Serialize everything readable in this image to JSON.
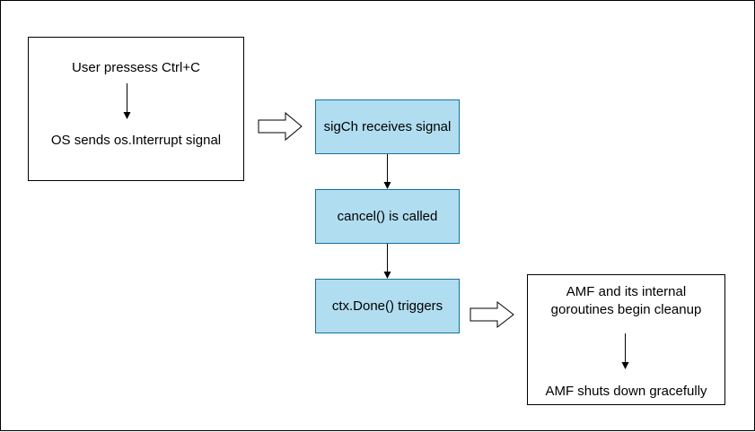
{
  "left_box": {
    "line1": "User pressess Ctrl+C",
    "line2": "OS sends os.Interrupt signal"
  },
  "flow": {
    "step1": "sigCh receives signal",
    "step2": "cancel() is called",
    "step3": "ctx.Done() triggers"
  },
  "right_box": {
    "line1a": "AMF and its internal",
    "line1b": "goroutines begin cleanup",
    "line2": "AMF shuts down gracefully"
  },
  "colors": {
    "process_fill": "#b1ddf0",
    "process_border": "#10739e"
  }
}
